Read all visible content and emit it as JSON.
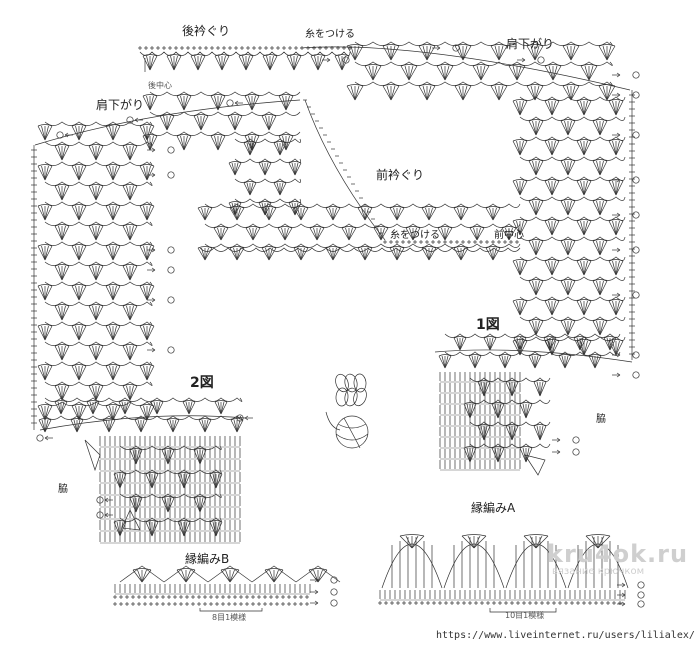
{
  "labels": {
    "back_neckline": "後衿ぐり",
    "attach_yarn_top": "糸をつける",
    "back_center": "後中心",
    "shoulder_shaping_right": "肩下がり",
    "shoulder_shaping_left": "肩下がり",
    "front_neckline": "前衿ぐり",
    "attach_yarn_mid": "糸をつける",
    "front_center": "前中心",
    "figure_1": "1図",
    "figure_2": "2図",
    "side_right": "脇",
    "side_left": "脇",
    "edging_a": "縁編みA",
    "edging_b": "縁編みB",
    "repeat_a": "10目1模様",
    "repeat_b": "8目1模様"
  },
  "watermark": {
    "site": "kru4ok.ru",
    "subtitle": "вязание крючком"
  },
  "source_url": "https://www.liveinternet.ru/users/lilialex/",
  "colors": {
    "ink": "#333333",
    "watermark": "#cfcfcf"
  }
}
